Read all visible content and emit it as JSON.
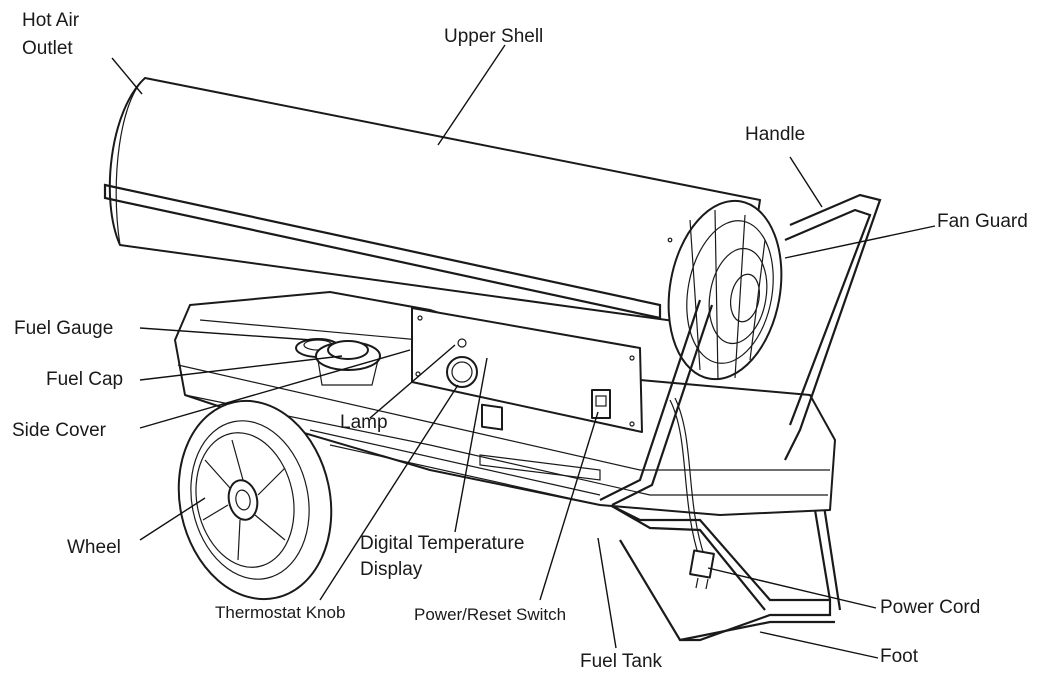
{
  "labels": {
    "hot_air_outlet_line1": "Hot Air",
    "hot_air_outlet_line2": "Outlet",
    "upper_shell": "Upper Shell",
    "handle": "Handle",
    "fan_guard": "Fan Guard",
    "fuel_gauge": "Fuel Gauge",
    "fuel_cap": "Fuel Cap",
    "side_cover": "Side Cover",
    "lamp": "Lamp",
    "wheel": "Wheel",
    "digital_temperature_display_line1": "Digital Temperature",
    "digital_temperature_display_line2": "Display",
    "thermostat_knob": "Thermostat Knob",
    "power_reset_switch": "Power/Reset Switch",
    "power_cord": "Power Cord",
    "fuel_tank": "Fuel Tank",
    "foot": "Foot"
  }
}
